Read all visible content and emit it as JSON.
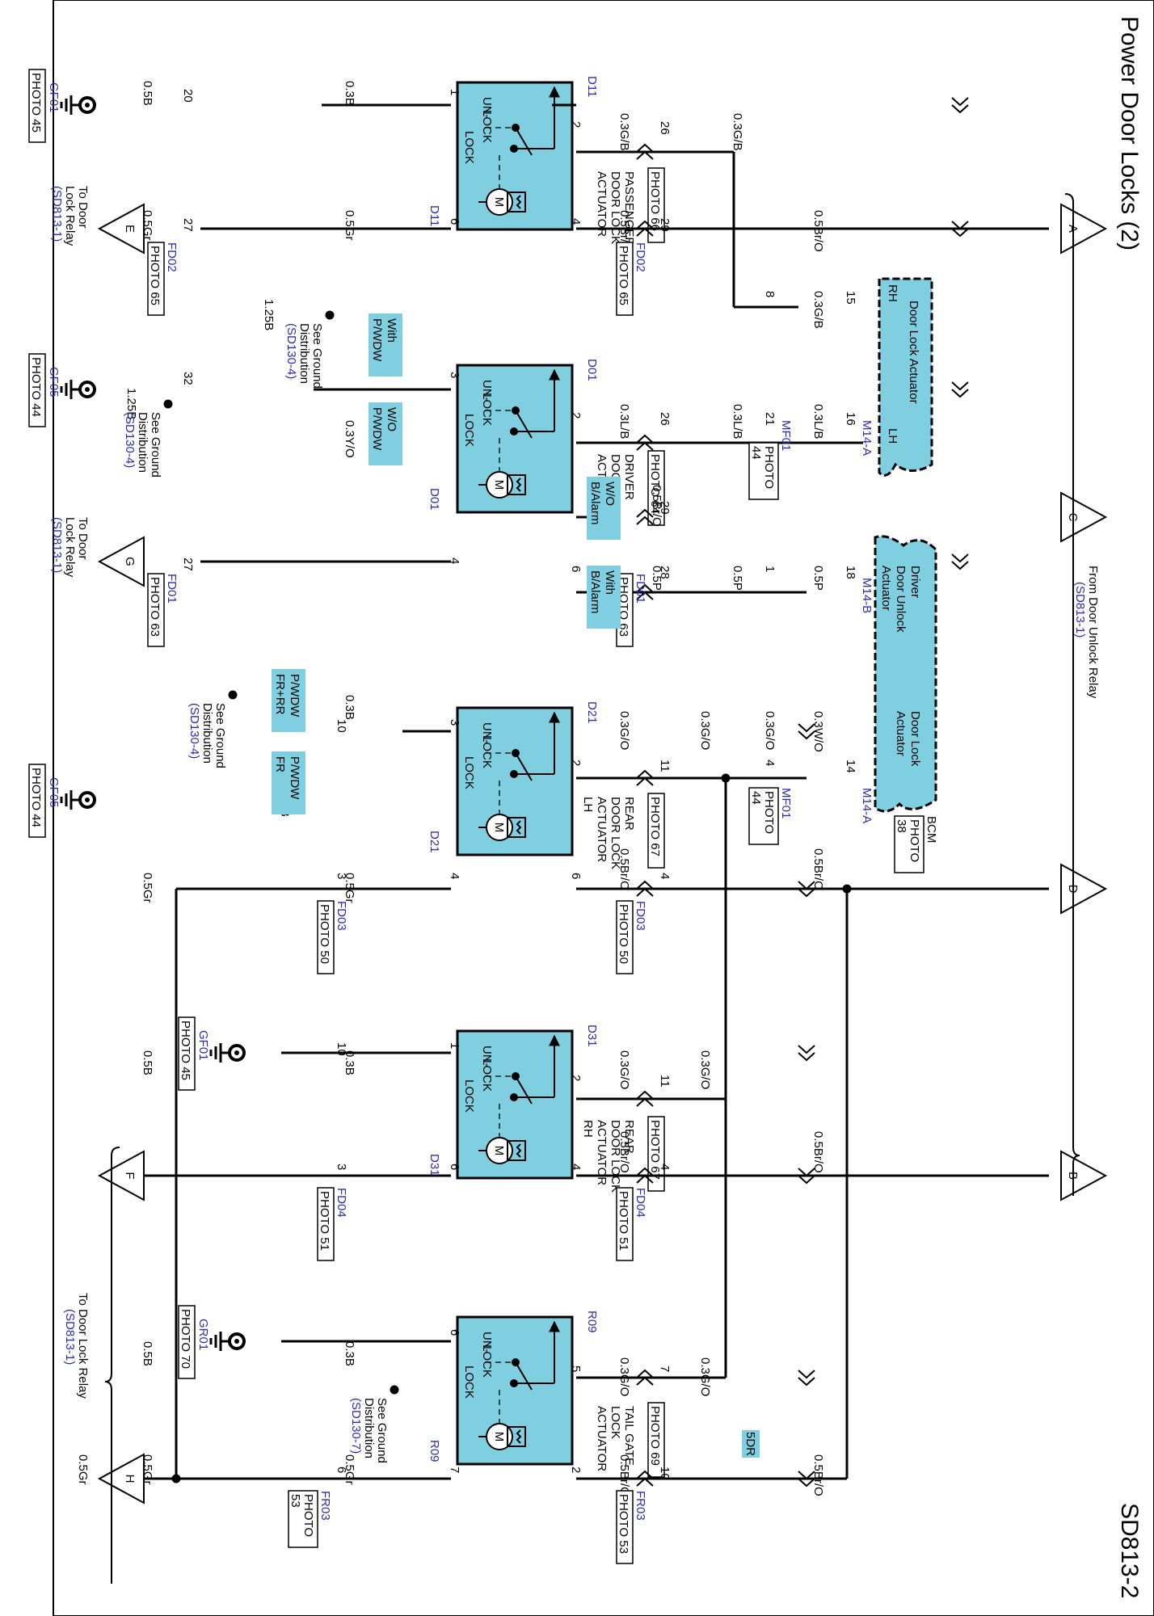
{
  "title": "Power Door Locks (2)",
  "code": "SD813-2",
  "from_relay": "From Door Unlock Relay",
  "from_relay_ref": "(SD813-1)",
  "to_relay": "To Door Lock Relay",
  "to_relay_ref": "(SD813-1)",
  "actuators": [
    {
      "label": [
        "PASSENGER",
        "DOOR LOCK",
        "ACTUATOR"
      ],
      "photo": "PHOTO 66",
      "conn_a": "D11",
      "conn_b": "D11"
    },
    {
      "label": [
        "DRIVER",
        "DOOR LOCK",
        "ACTUATOR"
      ],
      "photo": "PHOTO 64",
      "conn_a": "D01",
      "conn_b": "D01"
    },
    {
      "label": [
        "REAR",
        "DOOR LOCK",
        "ACTUATOR",
        "LH"
      ],
      "photo": "PHOTO 67",
      "conn_a": "D21",
      "conn_b": "D21"
    },
    {
      "label": [
        "REAR",
        "DOOR LOCK",
        "ACTUATOR",
        "RH"
      ],
      "photo": "PHOTO 67",
      "conn_a": "D31",
      "conn_b": "D31"
    },
    {
      "label": [
        "TAIL GATE",
        "LOCK",
        "ACTUATOR"
      ],
      "photo": "PHOTO 69",
      "conn_a": "R09",
      "conn_b": "R09"
    }
  ],
  "switch_text": {
    "unlock": "UN-",
    "unlock2": "LOCK",
    "lock": "LOCK",
    "motor": "M"
  },
  "grounds": [
    {
      "name": "GF01",
      "photo": "PHOTO 45"
    },
    {
      "name": "GF05",
      "photo": "PHOTO 44"
    },
    {
      "name": "GF05",
      "photo": "PHOTO 44"
    },
    {
      "name": "GF01",
      "photo": "PHOTO 45"
    },
    {
      "name": "GR01",
      "photo": "PHOTO 70"
    }
  ],
  "ground_dist": [
    {
      "line1": "See Ground",
      "line2": "Distribution",
      "ref": "(SD130-4)"
    },
    {
      "line1": "See Ground",
      "line2": "Distribution",
      "ref": "(SD130-4)"
    },
    {
      "line1": "See Ground",
      "line2": "Distribution",
      "ref": "(SD130-4)"
    },
    {
      "line1": "See Ground",
      "line2": "Distribution",
      "ref": "(SD130-7)"
    }
  ],
  "left_refs": [
    {
      "letter": "E",
      "line1": "To Door",
      "line2": "Lock Relay",
      "ref": "(SD813-1)"
    },
    {
      "letter": "G",
      "line1": "To Door",
      "line2": "Lock Relay",
      "ref": "(SD813-1)"
    }
  ],
  "offpage": {
    "A": "A",
    "B": "B",
    "C": "C",
    "D": "D",
    "F": "F",
    "H": "H"
  },
  "cloud_actuator": {
    "line1": "Door Lock Actuator",
    "rh": "RH",
    "lh": "LH"
  },
  "cloud_bcm": {
    "driver1": "Driver",
    "driver2": "Door Unlock",
    "driver3": "Actuator",
    "door1": "Door Lock",
    "door2": "Actuator"
  },
  "bcm": {
    "label": "BCM",
    "photo": "PHOTO",
    "photo_num": "38"
  },
  "option_tags": {
    "with_pwdw1": "With",
    "with_pwdw2": "P/WDW",
    "wo_pwdw1": "W/O",
    "wo_pwdw2": "P/WDW",
    "wo_balarm1": "W/O",
    "wo_balarm2": "B/Alarm",
    "with_balarm1": "With",
    "with_balarm2": "B/Alarm",
    "pwdw_frrr1": "P/WDW",
    "pwdw_frrr2": "FR+RR",
    "pwdw_fr1": "P/WDW",
    "pwdw_fr2": "FR",
    "five_dr": "5DR"
  },
  "connectors": {
    "FD02": "FD02",
    "FD01": "FD01",
    "FD03": "FD03",
    "FD04": "FD04",
    "FR03": "FR03",
    "MF01": "MF01",
    "M14A": "M14-A",
    "M14B": "M14-B",
    "p65": "PHOTO 65",
    "p63": "PHOTO 63",
    "p50": "PHOTO 50",
    "p51": "PHOTO 51",
    "p53": "PHOTO 53",
    "p53b": "PHOTO",
    "p53c": "53",
    "p44a": "PHOTO",
    "p44b": "44"
  },
  "wires": {
    "b05": "0.5B",
    "b03": "0.3B",
    "b125": "1.25B",
    "gr05": "0.5Gr",
    "gb03": "0.3G/B",
    "bro05": "0.5Br/O",
    "lb03": "0.3L/B",
    "yo03": "0.3Y/O",
    "p05": "0.5P",
    "go03": "0.3G/O",
    "wo03": "0.3W/O"
  },
  "pins": {
    "p1": "1",
    "p2": "2",
    "p3": "3",
    "p4": "4",
    "p5": "5",
    "p6": "6",
    "p7": "7",
    "p8": "8",
    "p10": "10",
    "p11": "11",
    "p14": "14",
    "p15": "15",
    "p16": "16",
    "p18": "18",
    "p20": "20",
    "p21": "21",
    "p26": "26",
    "p27": "27",
    "p28": "28",
    "p29": "29",
    "p32": "32"
  }
}
